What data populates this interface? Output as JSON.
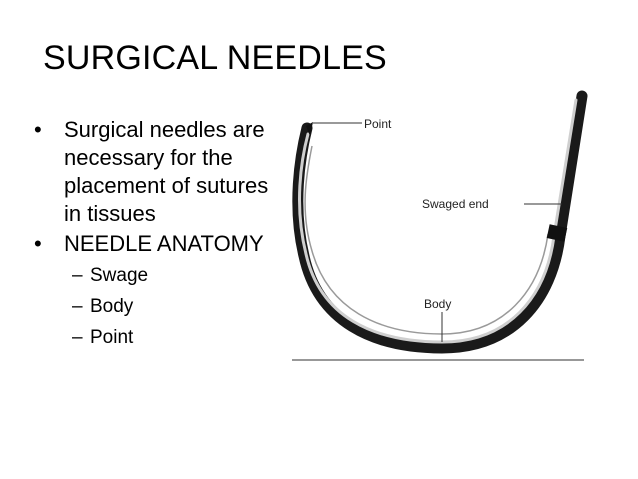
{
  "slide": {
    "title": "SURGICAL NEEDLES",
    "bullets": [
      {
        "marker": "•",
        "text": "Surgical needles are necessary for the placement of sutures in tissues"
      },
      {
        "marker": "•",
        "text": "NEEDLE ANATOMY"
      }
    ],
    "sub_bullets": [
      {
        "marker": "–",
        "text": "Swage"
      },
      {
        "marker": "–",
        "text": "Body"
      },
      {
        "marker": "–",
        "text": "Point"
      }
    ]
  },
  "figure": {
    "labels": {
      "point": "Point",
      "swaged_end": "Swaged end",
      "body": "Body"
    }
  }
}
